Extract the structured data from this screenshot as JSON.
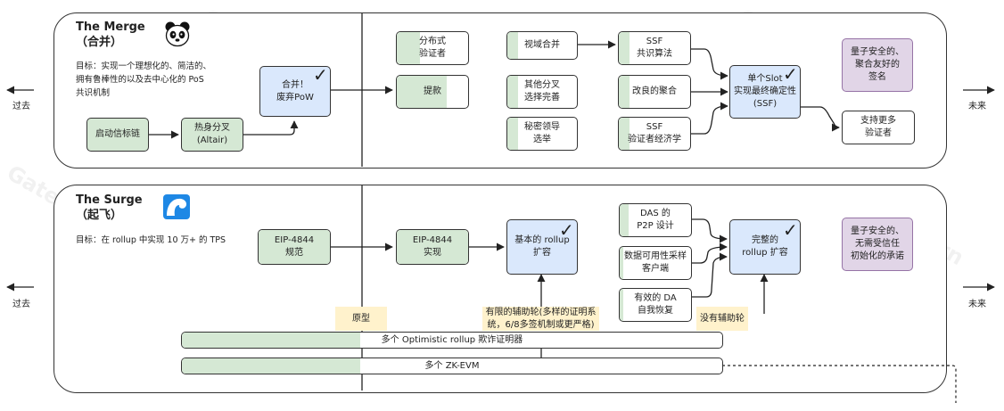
{
  "merge": {
    "title": "The Merge\n（合并）",
    "goal": "目标：实现一个理想化的、简洁的、\n拥有鲁棒性的以及去中心化的 PoS\n共识机制",
    "icon": "panda-icon",
    "boxes": {
      "beacon": "启动信标链",
      "altair": "热身分叉\n(Altair)",
      "abandon_pow": "合并！\n废弃PoW",
      "dist_validator": "分布式\n验证者",
      "withdraw": "提款",
      "view_merge": "视域合并",
      "other_fork": "其他分叉\n选择完善",
      "secret_leader": "秘密领导\n选举",
      "ssf_consensus": "SSF\n共识算法",
      "improved_agg": "改良的聚合",
      "ssf_econ": "SSF\n验证者经济学",
      "single_slot": "单个Slot\n实现最终确定性\n(SSF)",
      "more_validators": "支持更多\n验证者",
      "quantum": "量子安全的、\n聚合友好的\n签名"
    }
  },
  "surge": {
    "title": "The Surge\n（起飞）",
    "goal": "目标：在 rollup 中实现 10 万+ 的 TPS",
    "icon": "wave-icon",
    "boxes": {
      "eip_spec": "EIP-4844\n规范",
      "eip_impl": "EIP-4844\n实现",
      "basic_rollup": "基本的 rollup\n扩容",
      "das_p2p": "DAS 的\nP2P 设计",
      "das_client": "数据可用性采样\n客户端",
      "da_recovery": "有效的 DA\n自我恢复",
      "full_rollup": "完整的\nrollup 扩容",
      "quantum_trust": "量子安全的、\n无需受信任\n初始化的承诺"
    },
    "tags": {
      "prototype": "原型",
      "limited_wheels": "有限的辅助轮(多样的证明系\n统，6/8多签机制或更严格)",
      "no_wheels": "没有辅助轮"
    },
    "bars": {
      "optimistic": "多个 Optimistic rollup 欺诈证明器",
      "zkevm": "多个 ZK-EVM"
    }
  },
  "sides": {
    "past": "过去",
    "future": "未来"
  },
  "progress": {
    "dist_validator": 0.33,
    "withdraw": 0.7,
    "view_merge": 0.15,
    "other_fork": 0.15,
    "secret_leader": 0.15,
    "ssf_consensus": 0.15,
    "improved_agg": 0.15,
    "ssf_econ": 0.15,
    "eip_spec": 1.0,
    "eip_impl": 1.0,
    "das_p2p": 0.12,
    "das_client": 0.05,
    "da_recovery": 0.05,
    "optimistic_bar": 0.33,
    "zkevm_bar": 0.33
  },
  "watermark": "Gate Learn",
  "colors": {
    "green": "#d5e8d4",
    "blue": "#dae8fc",
    "purple": "#e1d5e7",
    "yellow": "#fff2cc"
  }
}
